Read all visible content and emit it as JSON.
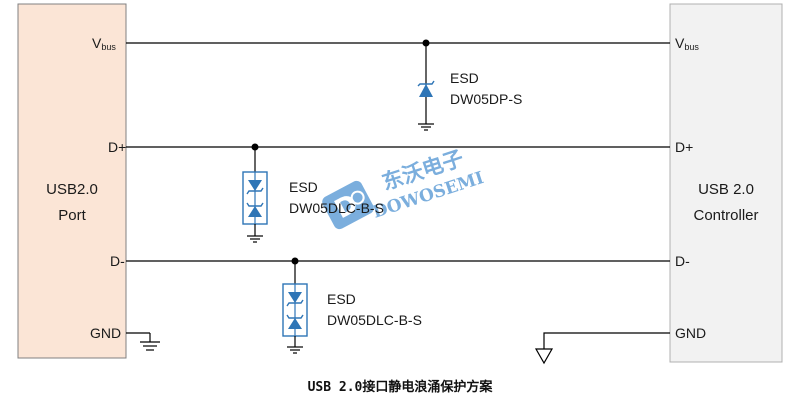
{
  "left_block": {
    "line1": "USB2.0",
    "line2": "Port",
    "pins": {
      "vbus_main": "V",
      "vbus_sub": "bus",
      "dplus": "D+",
      "dminus": "D-",
      "gnd": "GND"
    }
  },
  "right_block": {
    "line1": "USB 2.0",
    "line2": "Controller",
    "pins": {
      "vbus_main": "V",
      "vbus_sub": "bus",
      "dplus": "D+",
      "dminus": "D-",
      "gnd": "GND"
    }
  },
  "esd_vbus": {
    "tag": "ESD",
    "part": "DW05DP-S"
  },
  "esd_dplus": {
    "tag": "ESD",
    "part": "DW05DLC-B-S"
  },
  "esd_dminus": {
    "tag": "ESD",
    "part": "DW05DLC-B-S"
  },
  "watermark": {
    "cn": "东沃电子",
    "en": "DOWOSEMI"
  },
  "caption": "USB 2.0接口静电浪涌保护方案",
  "colors": {
    "left_fill": "#fbe5d6",
    "right_fill": "#f2f2f2",
    "diode_blue": "#2e75b6",
    "wire": "#000000",
    "watermark": "#5b9bd5"
  }
}
